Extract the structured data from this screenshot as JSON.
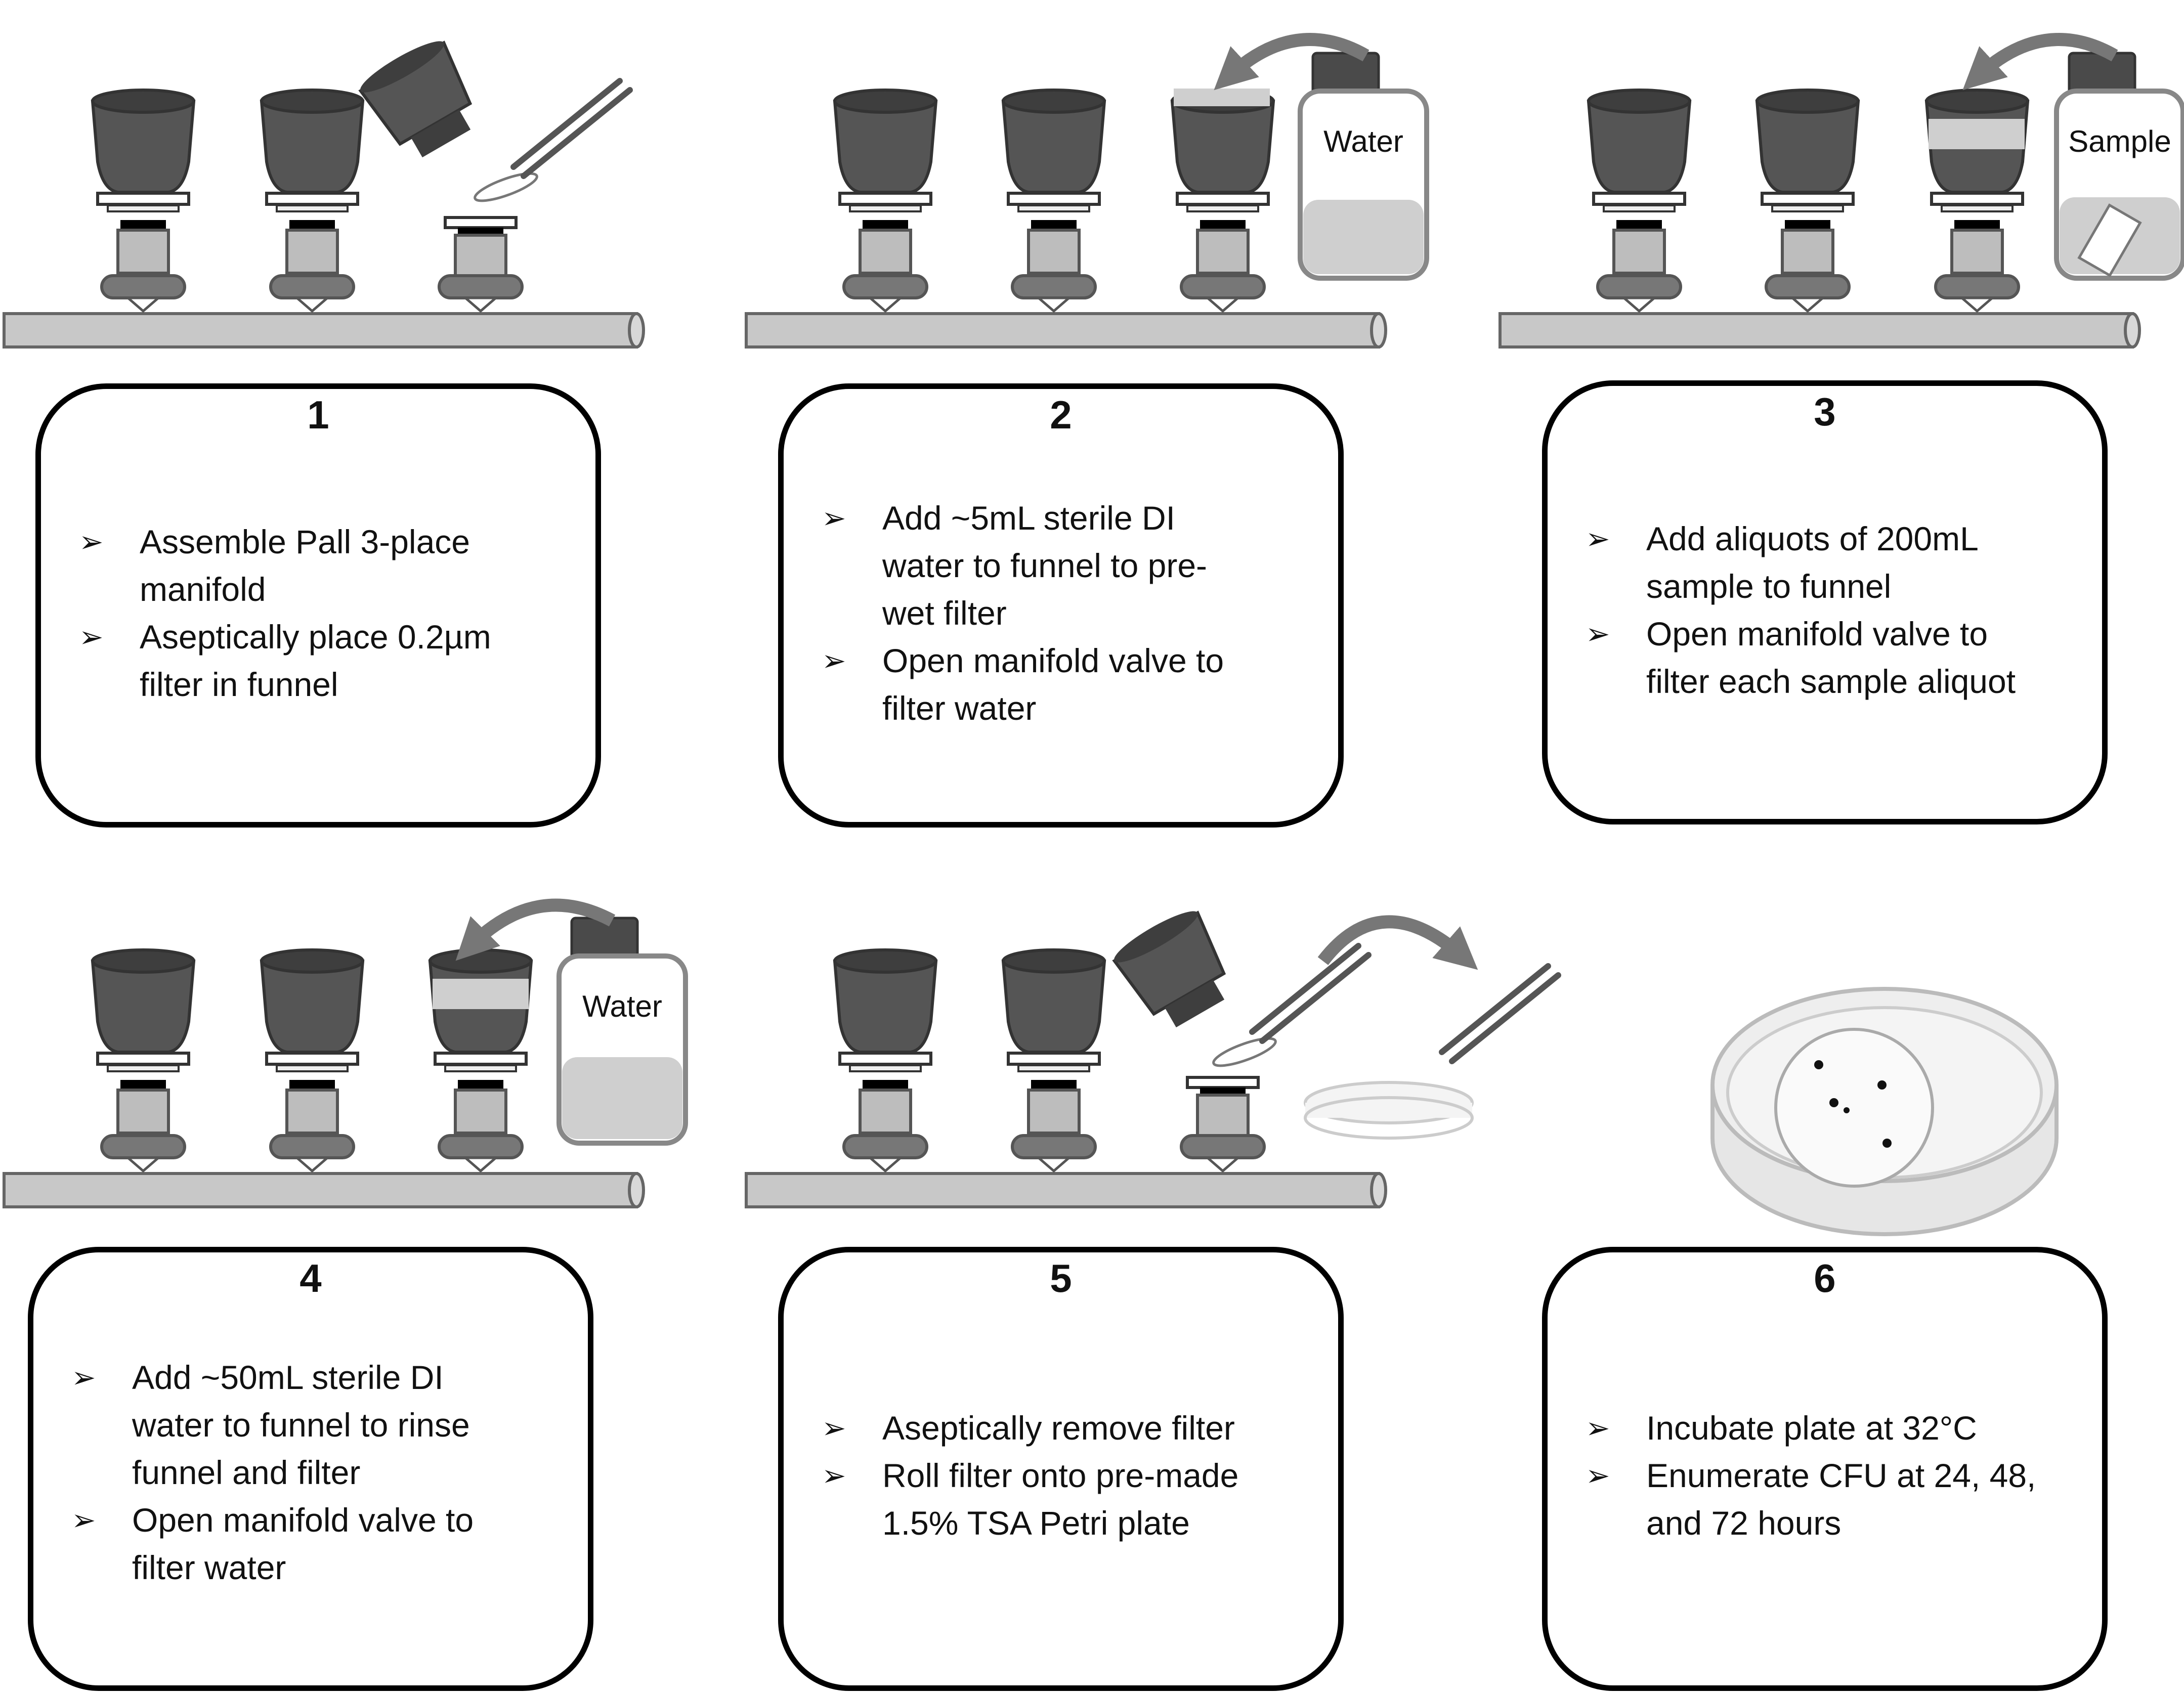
{
  "steps": [
    {
      "number": "1",
      "bullets": [
        "Assemble Pall 3-place\nmanifold",
        "Aseptically place 0.2µm\nfilter in funnel"
      ]
    },
    {
      "number": "2",
      "bullets": [
        "Add ~5mL sterile DI\nwater to funnel to pre-\nwet filter",
        "Open manifold valve to\nfilter water"
      ]
    },
    {
      "number": "3",
      "bullets": [
        "Add aliquots of 200mL\nsample to funnel",
        "Open manifold valve to\nfilter each sample aliquot"
      ]
    },
    {
      "number": "4",
      "bullets": [
        "Add ~50mL sterile DI\nwater to funnel to rinse\nfunnel and filter",
        "Open manifold valve to\nfilter water"
      ]
    },
    {
      "number": "5",
      "bullets": [
        "Aseptically remove filter",
        "Roll filter onto pre-made\n1.5% TSA Petri plate"
      ]
    },
    {
      "number": "6",
      "bullets": [
        "Incubate plate at 32°C",
        "Enumerate CFU at 24, 48,\nand 72 hours"
      ]
    }
  ],
  "bottle_labels": {
    "step2": "Water",
    "step3": "Sample",
    "step4": "Water"
  },
  "colors": {
    "funnel": "#555555",
    "pipe": "#c8c8c8",
    "liquid": "#cfcfcf",
    "arrow": "#777777"
  }
}
